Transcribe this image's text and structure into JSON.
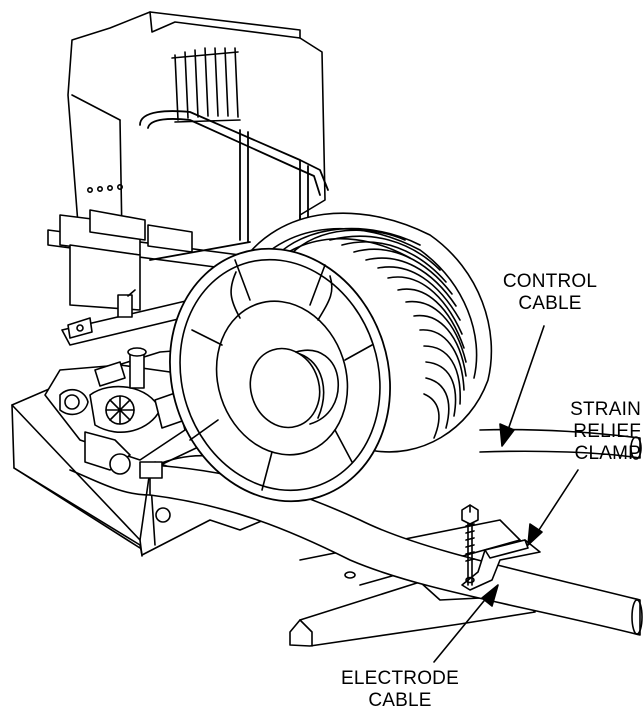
{
  "figure": {
    "subject": "wire feeder with electrode cable reel, control cable and strain relief clamp"
  },
  "labels": {
    "control_cable": {
      "line1": "CONTROL",
      "line2": "CABLE"
    },
    "strain_relief_clamp": {
      "line1": "STRAIN",
      "line2": "RELIEF",
      "line3": "CLAMP"
    },
    "electrode_cable": {
      "line1": "ELECTRODE",
      "line2": "CABLE"
    }
  },
  "colors": {
    "ink": "#000000",
    "paper": "#ffffff"
  }
}
